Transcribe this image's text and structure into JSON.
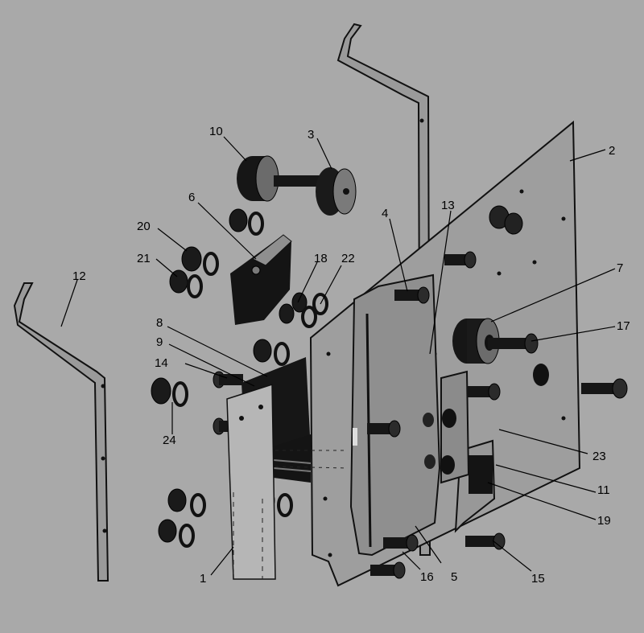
{
  "diagram": {
    "background_color": "#a9a9a9",
    "plate_color": "#9a9a9a",
    "part_color": "#161616",
    "callouts": {
      "c1": "1",
      "c2": "2",
      "c3": "3",
      "c4": "4",
      "c5": "5",
      "c6": "6",
      "c7": "7",
      "c8": "8",
      "c9": "9",
      "c10": "10",
      "c11": "11",
      "c12": "12",
      "c13": "13",
      "c14": "14",
      "c15": "15",
      "c16": "16",
      "c17": "17",
      "c18": "18",
      "c19": "19",
      "c20": "20",
      "c21": "21",
      "c22": "22",
      "c23": "23",
      "c24": "24"
    }
  }
}
